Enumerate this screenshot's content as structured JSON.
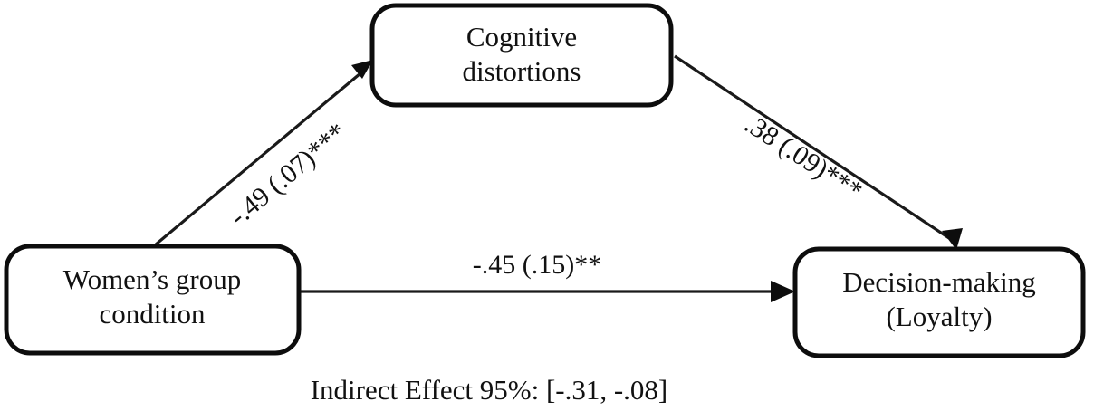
{
  "figure": {
    "type": "mediation-path-diagram",
    "background_color": "#ffffff",
    "line_color": "#0d0d0d",
    "text_color": "#111111"
  },
  "nodes": {
    "mediator": {
      "line1": "Cognitive",
      "line2": "distortions"
    },
    "predictor": {
      "line1": "Women’s group",
      "line2": "condition"
    },
    "outcome": {
      "line1": "Decision-making",
      "line2": "(Loyalty)"
    }
  },
  "paths": {
    "a_path": {
      "label": "-.49 (.07)***",
      "coefficient": -0.49,
      "standard_error": 0.07,
      "significance": "***"
    },
    "b_path": {
      "label": ".38 (.09)***",
      "coefficient": 0.38,
      "standard_error": 0.09,
      "significance": "***"
    },
    "c_prime_path": {
      "label": "-.45 (.15)**",
      "coefficient": -0.45,
      "standard_error": 0.15,
      "significance": "**"
    }
  },
  "caption": {
    "text": "Indirect Effect 95%: [-.31, -.08]",
    "lower_bound": -0.31,
    "upper_bound": -0.08,
    "confidence_level": "95%"
  }
}
